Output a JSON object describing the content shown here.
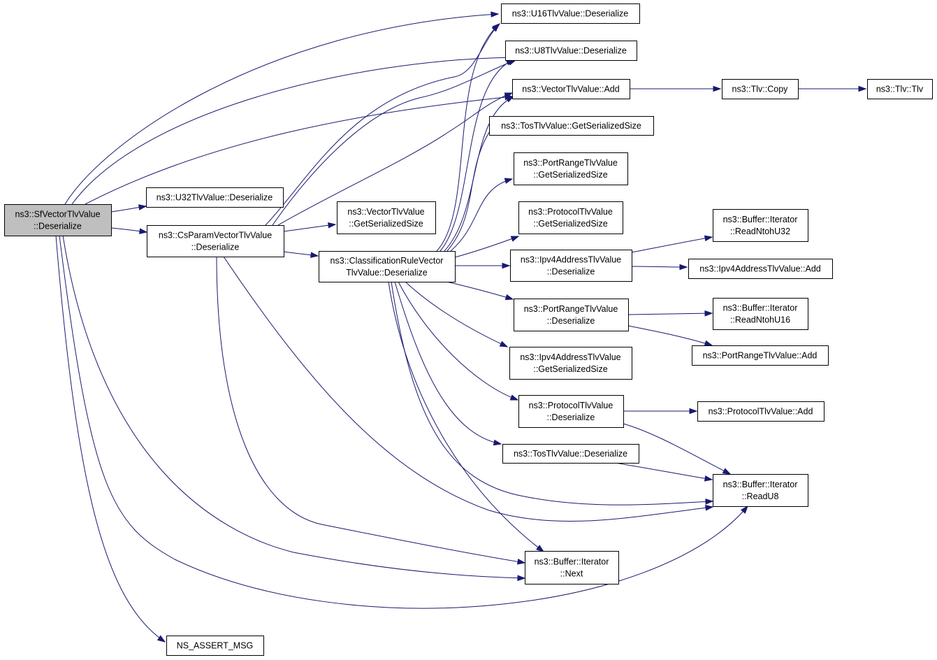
{
  "graph": {
    "edge_color": "#191970",
    "root_fill": "#bfbfbf",
    "nodes": [
      {
        "id": "sfvector",
        "lines": [
          "ns3::SfVectorTlvValue",
          "::Deserialize"
        ],
        "root": true
      },
      {
        "id": "u32",
        "lines": [
          "ns3::U32TlvValue::Deserialize"
        ]
      },
      {
        "id": "csparam",
        "lines": [
          "ns3::CsParamVectorTlvValue",
          "::Deserialize"
        ]
      },
      {
        "id": "vec_gss",
        "lines": [
          "ns3::VectorTlvValue",
          "::GetSerializedSize"
        ]
      },
      {
        "id": "classif",
        "lines": [
          "ns3::ClassificationRuleVector",
          "TlvValue::Deserialize"
        ]
      },
      {
        "id": "u16",
        "lines": [
          "ns3::U16TlvValue::Deserialize"
        ]
      },
      {
        "id": "u8",
        "lines": [
          "ns3::U8TlvValue::Deserialize"
        ]
      },
      {
        "id": "vec_add",
        "lines": [
          "ns3::VectorTlvValue::Add"
        ]
      },
      {
        "id": "tos_gss",
        "lines": [
          "ns3::TosTlvValue::GetSerializedSize"
        ]
      },
      {
        "id": "pr_gss",
        "lines": [
          "ns3::PortRangeTlvValue",
          "::GetSerializedSize"
        ]
      },
      {
        "id": "proto_gss",
        "lines": [
          "ns3::ProtocolTlvValue",
          "::GetSerializedSize"
        ]
      },
      {
        "id": "ipv4_deser",
        "lines": [
          "ns3::Ipv4AddressTlvValue",
          "::Deserialize"
        ]
      },
      {
        "id": "pr_deser",
        "lines": [
          "ns3::PortRangeTlvValue",
          "::Deserialize"
        ]
      },
      {
        "id": "ipv4_gss",
        "lines": [
          "ns3::Ipv4AddressTlvValue",
          "::GetSerializedSize"
        ]
      },
      {
        "id": "proto_deser",
        "lines": [
          "ns3::ProtocolTlvValue",
          "::Deserialize"
        ]
      },
      {
        "id": "tos_deser",
        "lines": [
          "ns3::TosTlvValue::Deserialize"
        ]
      },
      {
        "id": "tlv_copy",
        "lines": [
          "ns3::Tlv::Copy"
        ]
      },
      {
        "id": "tlv_tlv",
        "lines": [
          "ns3::Tlv::Tlv"
        ]
      },
      {
        "id": "rd_u32",
        "lines": [
          "ns3::Buffer::Iterator",
          "::ReadNtohU32"
        ]
      },
      {
        "id": "ipv4_add",
        "lines": [
          "ns3::Ipv4AddressTlvValue::Add"
        ]
      },
      {
        "id": "rd_u16",
        "lines": [
          "ns3::Buffer::Iterator",
          "::ReadNtohU16"
        ]
      },
      {
        "id": "pr_add",
        "lines": [
          "ns3::PortRangeTlvValue::Add"
        ]
      },
      {
        "id": "proto_add",
        "lines": [
          "ns3::ProtocolTlvValue::Add"
        ]
      },
      {
        "id": "rd_u8",
        "lines": [
          "ns3::Buffer::Iterator",
          "::ReadU8"
        ]
      },
      {
        "id": "next",
        "lines": [
          "ns3::Buffer::Iterator",
          "::Next"
        ]
      },
      {
        "id": "assert",
        "lines": [
          "NS_ASSERT_MSG"
        ]
      }
    ],
    "edges": [
      [
        "sfvector",
        "u16"
      ],
      [
        "sfvector",
        "u8"
      ],
      [
        "sfvector",
        "vec_add"
      ],
      [
        "sfvector",
        "u32"
      ],
      [
        "sfvector",
        "csparam"
      ],
      [
        "sfvector",
        "next"
      ],
      [
        "sfvector",
        "rd_u8"
      ],
      [
        "sfvector",
        "assert"
      ],
      [
        "csparam",
        "u16"
      ],
      [
        "csparam",
        "u8"
      ],
      [
        "csparam",
        "vec_add"
      ],
      [
        "csparam",
        "vec_gss"
      ],
      [
        "csparam",
        "classif"
      ],
      [
        "csparam",
        "next"
      ],
      [
        "csparam",
        "rd_u8"
      ],
      [
        "classif",
        "u16"
      ],
      [
        "classif",
        "u8"
      ],
      [
        "classif",
        "vec_add"
      ],
      [
        "classif",
        "tos_gss"
      ],
      [
        "classif",
        "pr_gss"
      ],
      [
        "classif",
        "proto_gss"
      ],
      [
        "classif",
        "ipv4_deser"
      ],
      [
        "classif",
        "pr_deser"
      ],
      [
        "classif",
        "ipv4_gss"
      ],
      [
        "classif",
        "proto_deser"
      ],
      [
        "classif",
        "tos_deser"
      ],
      [
        "classif",
        "rd_u8"
      ],
      [
        "classif",
        "next"
      ],
      [
        "vec_add",
        "tlv_copy"
      ],
      [
        "tlv_copy",
        "tlv_tlv"
      ],
      [
        "ipv4_deser",
        "rd_u32"
      ],
      [
        "ipv4_deser",
        "ipv4_add"
      ],
      [
        "pr_deser",
        "rd_u16"
      ],
      [
        "pr_deser",
        "pr_add"
      ],
      [
        "proto_deser",
        "proto_add"
      ],
      [
        "proto_deser",
        "rd_u8"
      ],
      [
        "tos_deser",
        "rd_u8"
      ]
    ]
  }
}
